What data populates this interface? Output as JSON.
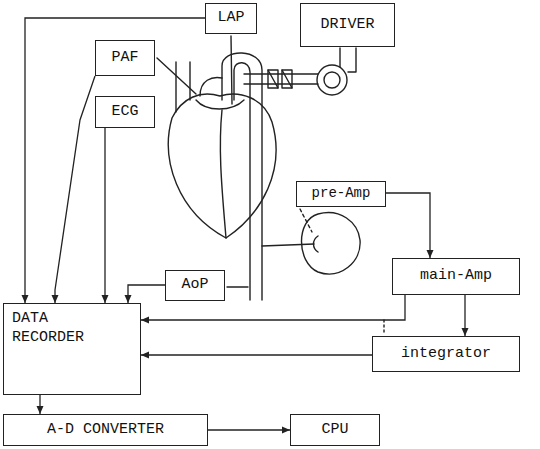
{
  "diagram": {
    "nodes": [
      {
        "text": [
          "LAP"
        ]
      },
      {
        "text": [
          "PAF"
        ]
      },
      {
        "text": [
          "DRIVER"
        ]
      },
      {
        "text": [
          "ECG"
        ]
      },
      {
        "text": [
          "pre-Amp"
        ]
      },
      {
        "text": [
          "main-Amp"
        ]
      },
      {
        "text": [
          "AoP"
        ]
      },
      {
        "text": [
          "DATA RECORDER"
        ]
      },
      {
        "text": [
          "integrator"
        ]
      },
      {
        "text": [
          "A-D CONVERTER"
        ]
      },
      {
        "text": [
          "CPU"
        ]
      }
    ],
    "edges": [
      {
        "from": 0,
        "to": 7,
        "arrow": "to"
      },
      {
        "from": 1,
        "to": 7,
        "arrow": "to"
      },
      {
        "from": 3,
        "to": 7,
        "arrow": "to"
      },
      {
        "from": 6,
        "to": 7,
        "arrow": "to"
      },
      {
        "from": 4,
        "to": 5,
        "arrow": "to"
      },
      {
        "from": 5,
        "to": 7,
        "arrow": "to"
      },
      {
        "from": 5,
        "to": 8,
        "arrow": "to"
      },
      {
        "from": 8,
        "to": 7,
        "arrow": "to"
      },
      {
        "from": 7,
        "to": 9,
        "arrow": "to"
      },
      {
        "from": 9,
        "to": 10,
        "arrow": "to"
      }
    ]
  }
}
